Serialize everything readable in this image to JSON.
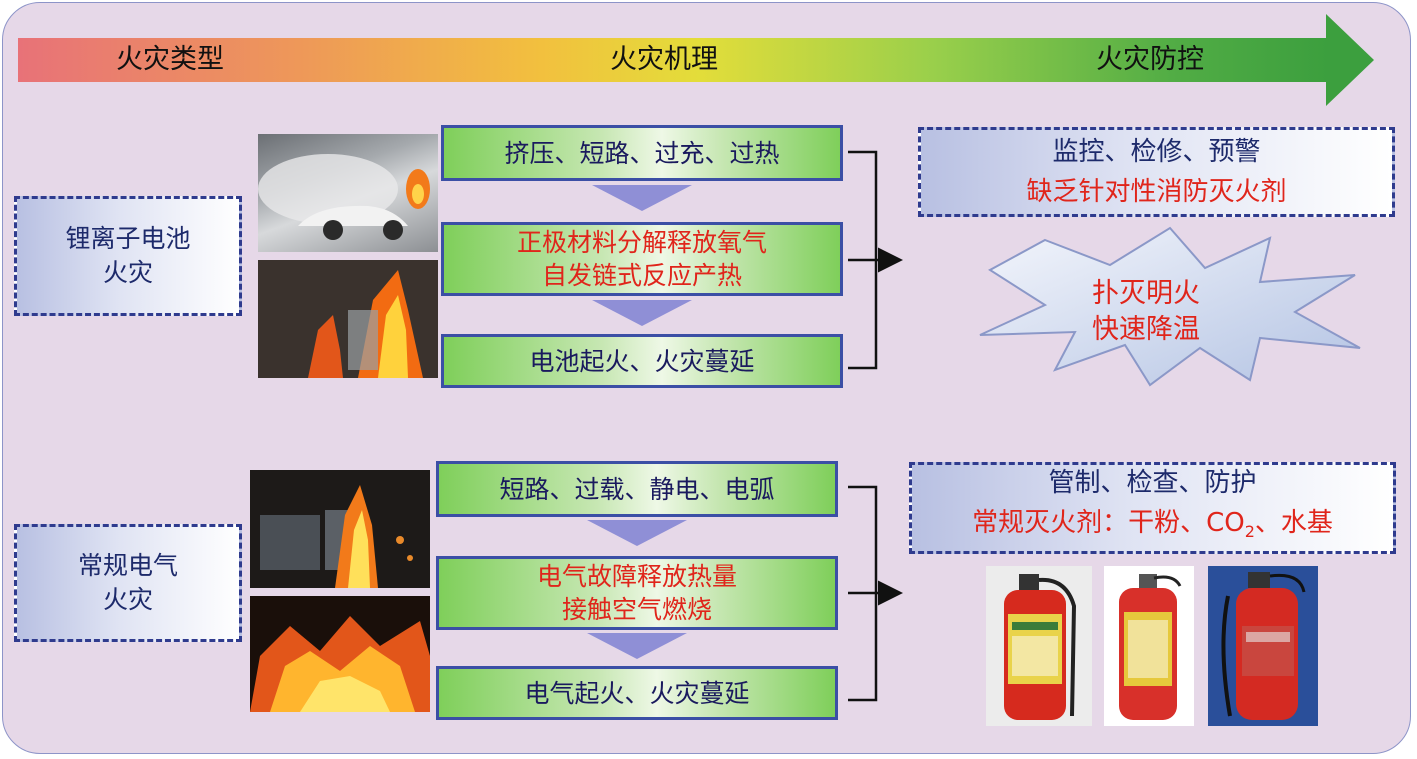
{
  "stages": [
    "火灾类型",
    "火灾机理",
    "火灾防控"
  ],
  "types": [
    {
      "lines": [
        "锂离子电池",
        "火灾"
      ]
    },
    {
      "lines": [
        "常规电气",
        "火灾"
      ]
    }
  ],
  "mechanisms": {
    "li_ion": [
      {
        "lines": [
          "挤压、短路、过充、过热"
        ],
        "emphasis": false
      },
      {
        "lines": [
          "正极材料分解释放氧气",
          "自发链式反应产热"
        ],
        "emphasis": true
      },
      {
        "lines": [
          "电池起火、火灾蔓延"
        ],
        "emphasis": false
      }
    ],
    "electrical": [
      {
        "lines": [
          "短路、过载、静电、电弧"
        ],
        "emphasis": false
      },
      {
        "lines": [
          "电气故障释放热量",
          "接触空气燃烧"
        ],
        "emphasis": true
      },
      {
        "lines": [
          "电气起火、火灾蔓延"
        ],
        "emphasis": false
      }
    ]
  },
  "controls": {
    "li_ion": {
      "line1": "监控、检修、预警",
      "line2": "缺乏针对性消防灭火剂"
    },
    "li_ion_burst": [
      "扑灭明火",
      "快速降温"
    ],
    "electrical": {
      "line1": "管制、检查、防护",
      "line2_prefix": "常规灭火剂：干粉、",
      "co2": "CO",
      "co2_sub": "2",
      "line2_suffix": "、水基"
    }
  },
  "colors": {
    "arrow_start": "#e87278",
    "arrow_end": "#3c9f3e",
    "emphasis_text": "#e0251b",
    "box_border": "#2f3b8e",
    "panel_bg": "#e6d8e8"
  }
}
